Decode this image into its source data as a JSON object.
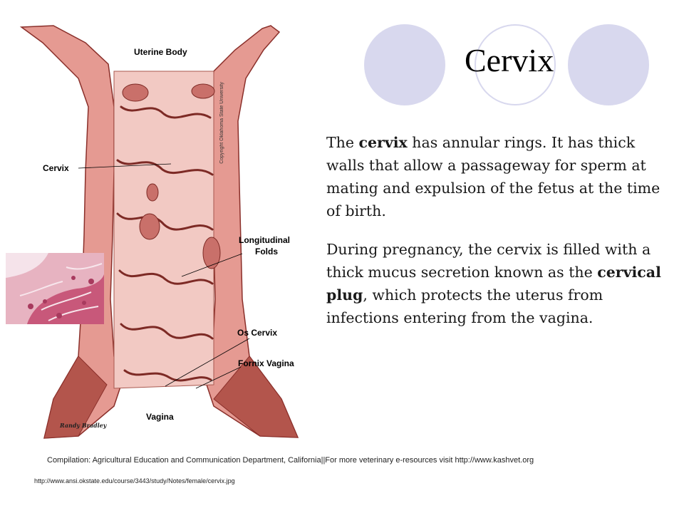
{
  "slide": {
    "title": "Cervix",
    "paragraph1": {
      "before": "The ",
      "bold": "cervix",
      "after": " has annular rings. It has thick walls that allow a passageway for sperm at mating and expulsion of  the fetus at the time of  birth."
    },
    "paragraph2": {
      "before": "During pregnancy, the cervix is filled with a thick mucus secretion known as the ",
      "bold": "cervical plug",
      "after": ", which protects the uterus from infections entering from the vagina."
    },
    "footer": "Compilation: Agricultural Education and Communication Department, California||For more veterinary e-resources visit http://www.kashvet.org",
    "source_url": "http://www.ansi.okstate.edu/course/3443/study/Notes/female/cervix.jpg"
  },
  "diagram": {
    "labels": {
      "uterine_body": "Uterine Body",
      "cervix": "Cervix",
      "longitudinal_folds_line1": "Longitudinal",
      "longitudinal_folds_line2": "Folds",
      "os_cervix": "Os Cervix",
      "fornix_vagina": "Fornix Vagina",
      "vagina": "Vagina"
    },
    "copyright": "Copyright Oklahoma State University",
    "signature": "Randy Bradley"
  },
  "colors": {
    "tissue_outer": "#e59a92",
    "tissue_inner": "#f2c9c3",
    "tissue_dark": "#8a2f2a",
    "circle_fill": "#d8d8ee"
  }
}
